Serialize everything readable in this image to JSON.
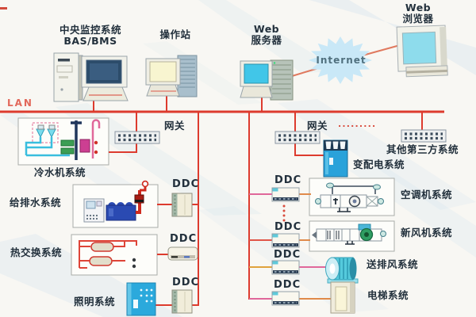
{
  "labels": {
    "lan": "LAN",
    "internet": "Internet",
    "central_line1": "中央监控系统",
    "central_line2": "BAS/BMS",
    "operator_station": "操作站",
    "web_server_line1": "Web",
    "web_server_line2": "服务器",
    "web_browser_line1": "Web",
    "web_browser_line2": "浏览器",
    "gateway_left": "网关",
    "gateway_right": "网关",
    "gateway_dots": ".........",
    "ddc": "DDC",
    "chiller_system": "冷水机系统",
    "water_supply_system": "给排水系统",
    "heat_exchange_system": "热交换系统",
    "lighting_system": "照明系统",
    "power_distribution_system": "变配电系统",
    "third_party_system": "其他第三方系统",
    "air_conditioning_system": "空调机系统",
    "fresh_air_system": "新风机系统",
    "exhaust_air_system": "送排风系统",
    "elevator_system": "电梯系统"
  },
  "colors": {
    "red": "#dd3b2e",
    "salmon": "#e0795e",
    "dark": "#22303c",
    "lan": "#e2685a",
    "cloudfill": "#c9e8f7",
    "cloudtext": "#50707e",
    "panelblue": "#2aa6dc",
    "screencyan": "#41c6e8",
    "screendark": "#2c4c6a",
    "screenpale": "#f8f5d0"
  }
}
